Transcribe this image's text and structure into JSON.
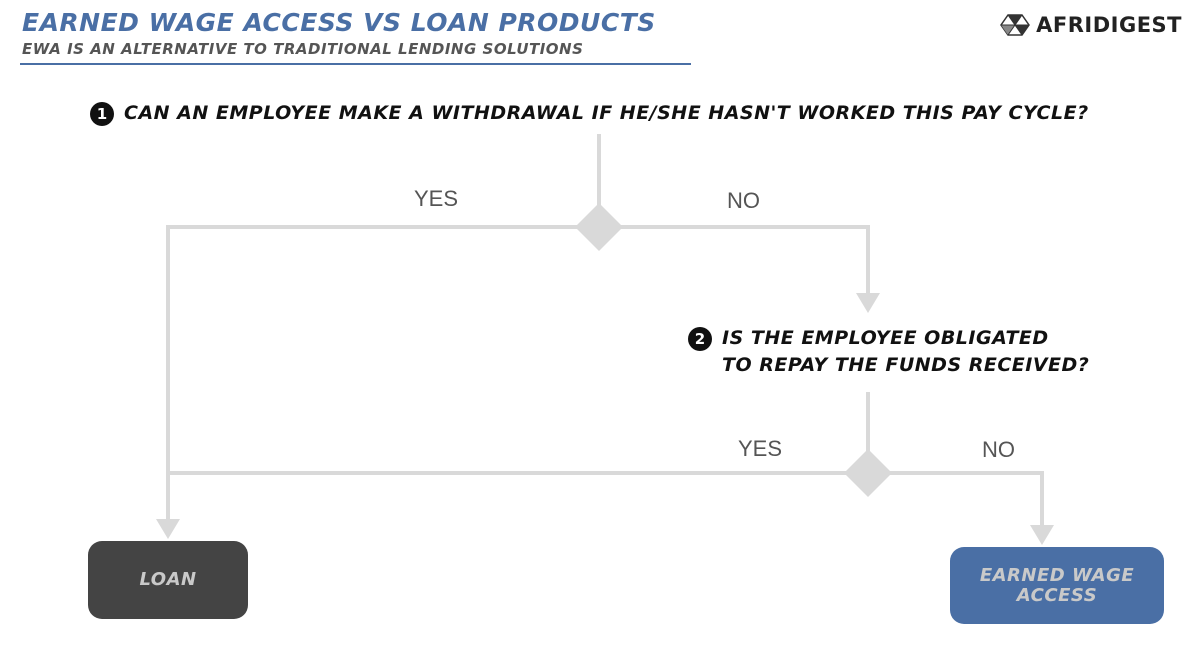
{
  "header": {
    "title": "EARNED WAGE ACCESS VS LOAN PRODUCTS",
    "subtitle": "EWA IS AN ALTERNATIVE TO TRADITIONAL LENDING SOLUTIONS"
  },
  "brand": {
    "name": "AFRIDIGEST",
    "icon": "geodesic-globe-icon"
  },
  "questions": [
    {
      "number": "1",
      "text": "CAN AN EMPLOYEE MAKE A WITHDRAWAL IF HE/SHE HASN'T WORKED THIS PAY CYCLE?"
    },
    {
      "number": "2",
      "line1": "IS THE EMPLOYEE OBLIGATED",
      "line2": "TO REPAY THE FUNDS RECEIVED?"
    }
  ],
  "branches": {
    "q1_yes": "YES",
    "q1_no": "NO",
    "q2_yes": "YES",
    "q2_no": "NO"
  },
  "outcomes": {
    "loan": "LOAN",
    "ewa_line1": "EARNED WAGE",
    "ewa_line2": "ACCESS"
  },
  "colors": {
    "accent_blue": "#4a6fa5",
    "loan_box": "#444444",
    "connector": "#d9d9d9",
    "box_text": "#c9c9c9"
  }
}
